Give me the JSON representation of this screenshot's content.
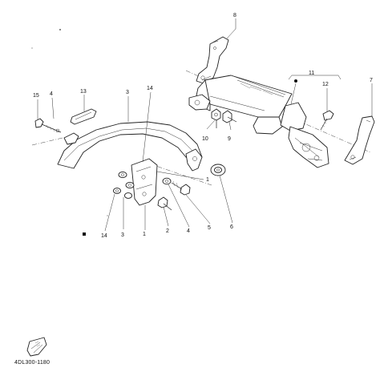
{
  "diagram": {
    "code": "4DL300-1180",
    "callouts": {
      "n1": "1",
      "n2": "2",
      "n3": "3",
      "n4": "4",
      "n5": "5",
      "n6": "6",
      "n7": "7",
      "n8": "8",
      "n9": "9",
      "n10": "10",
      "n11": "11",
      "n12": "12",
      "n13": "13",
      "n14": "14",
      "n15": "15"
    }
  }
}
